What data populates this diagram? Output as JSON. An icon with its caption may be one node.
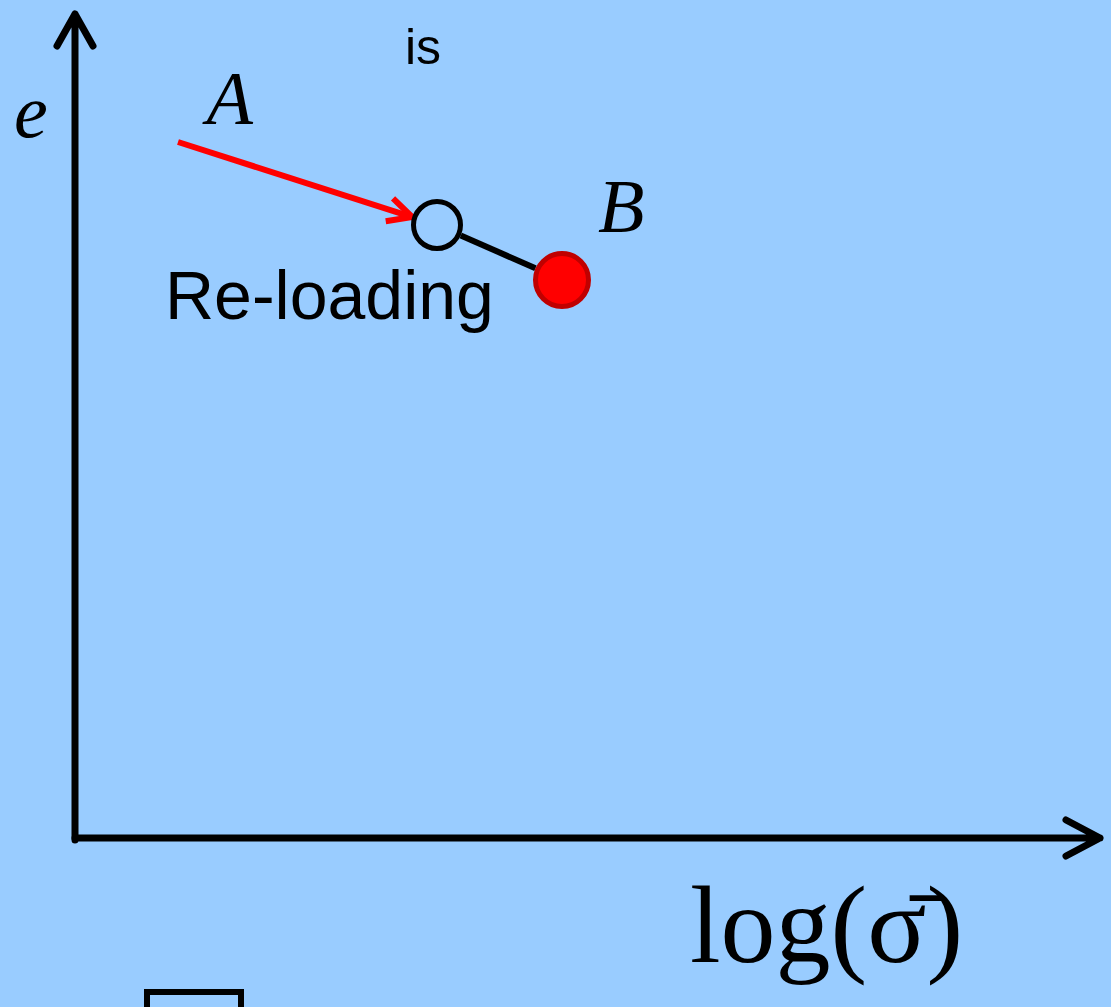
{
  "diagram": {
    "nodes": [
      {
        "text": [
          "A"
        ]
      },
      {
        "text": [],
        "shape": "circle"
      },
      {
        "text": [],
        "shape": "circle",
        "beside": [
          "B"
        ]
      }
    ],
    "edges": [
      {
        "from": 0,
        "to": 1,
        "arrow": "to",
        "color": "#ff0000"
      },
      {
        "from": 1,
        "to": 2,
        "arrow": "none",
        "color": "#000000"
      }
    ],
    "labels": [
      "is",
      "e",
      "Re-loading",
      "log(σ̄)"
    ]
  }
}
